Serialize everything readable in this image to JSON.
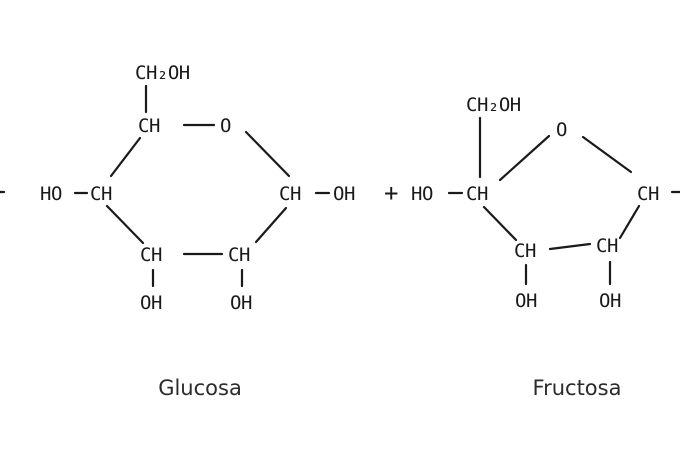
{
  "glucose": {
    "name": "Glucosa",
    "ch2oh": "CH₂OH",
    "c5": "CH",
    "ring_o": "O",
    "c4": "CH",
    "c4_group": "HO",
    "c1": "CH",
    "c1_group": "OH",
    "c3": "CH",
    "c3_group": "OH",
    "c2": "CH",
    "c2_group": "OH"
  },
  "plus": "+",
  "fructose": {
    "name": "Fructosa",
    "ch2oh": "CH₂OH",
    "ring_o": "O",
    "c2": "CH",
    "c2_group": "HO",
    "c5": "CH",
    "c3": "CH",
    "c3_group": "OH",
    "c4": "CH",
    "c4_group": "OH"
  }
}
